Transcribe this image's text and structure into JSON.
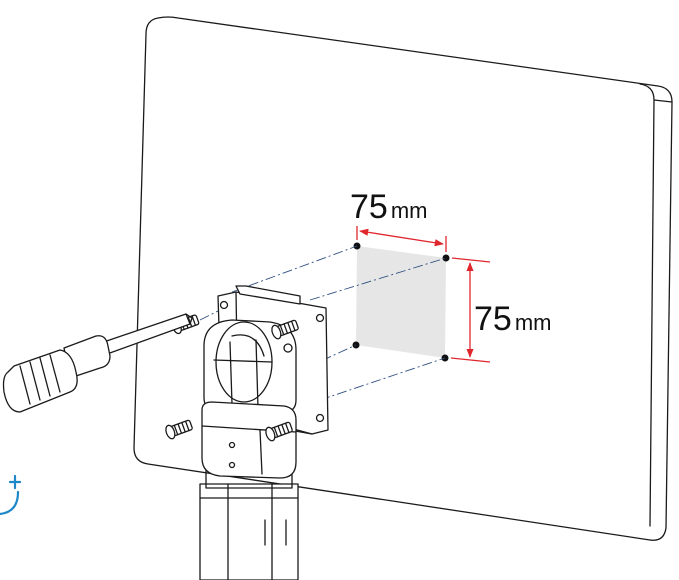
{
  "diagram": {
    "horizontal_dimension": {
      "value": "75",
      "unit": "mm"
    },
    "vertical_dimension": {
      "value": "75",
      "unit": "mm"
    },
    "colors": {
      "dimension_line": "#e0262d",
      "mount_area": "#e6e6e6",
      "guide_line": "#2f4f7f",
      "rotate_arrow": "#1e88c8"
    },
    "icons": [
      "monitor-back-panel",
      "screwdriver-icon",
      "screw-icon",
      "mount-bracket",
      "rotate-arrow-icon"
    ]
  }
}
